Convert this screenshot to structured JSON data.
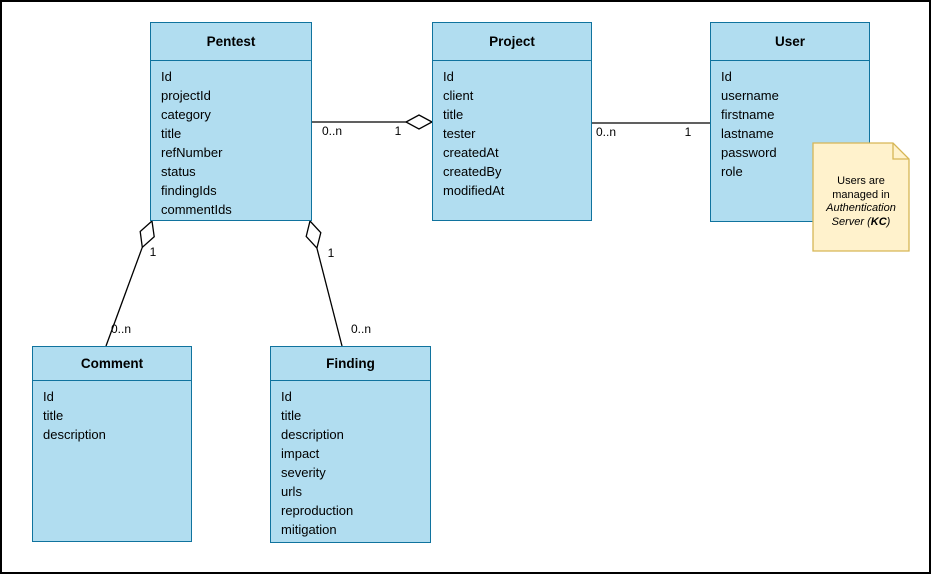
{
  "colors": {
    "class-fill": "#b1ddf0",
    "class-stroke": "#10739e",
    "note-fill": "#fff2cc",
    "note-stroke": "#d6b656",
    "edge-color": "#000000",
    "canvas-bg": "#ffffff",
    "frame-color": "#000000"
  },
  "classes": {
    "pentest": {
      "title": "Pentest",
      "attributes": [
        "Id",
        "projectId",
        "category",
        "title",
        "refNumber",
        "status",
        "findingIds",
        "commentIds"
      ]
    },
    "project": {
      "title": "Project",
      "attributes": [
        "Id",
        "client",
        "title",
        "tester",
        "createdAt",
        "createdBy",
        "modifiedAt"
      ]
    },
    "user": {
      "title": "User",
      "attributes": [
        "Id",
        "username",
        "firstname",
        "lastname",
        "password",
        "role"
      ]
    },
    "comment": {
      "title": "Comment",
      "attributes": [
        "Id",
        "title",
        "description"
      ]
    },
    "finding": {
      "title": "Finding",
      "attributes": [
        "Id",
        "title",
        "description",
        "impact",
        "severity",
        "urls",
        "reproduction",
        "mitigation"
      ]
    }
  },
  "relationships": {
    "pentest_project": {
      "type": "aggregation",
      "source": "Pentest",
      "target": "Project",
      "source_multiplicity": "0..n",
      "target_multiplicity": "1"
    },
    "project_user": {
      "type": "association",
      "source": "Project",
      "target": "User",
      "source_multiplicity": "0..n",
      "target_multiplicity": "1"
    },
    "pentest_comment": {
      "type": "aggregation",
      "source": "Pentest",
      "target": "Comment",
      "source_multiplicity": "1",
      "target_multiplicity": "0..n"
    },
    "pentest_finding": {
      "type": "aggregation",
      "source": "Pentest",
      "target": "Finding",
      "source_multiplicity": "1",
      "target_multiplicity": "0..n"
    }
  },
  "note": {
    "line1": "Users are",
    "line2": "managed in",
    "line3": "Authentication",
    "line4_prefix": "Server (",
    "line4_emphasis": "KC",
    "line4_suffix": ")"
  }
}
